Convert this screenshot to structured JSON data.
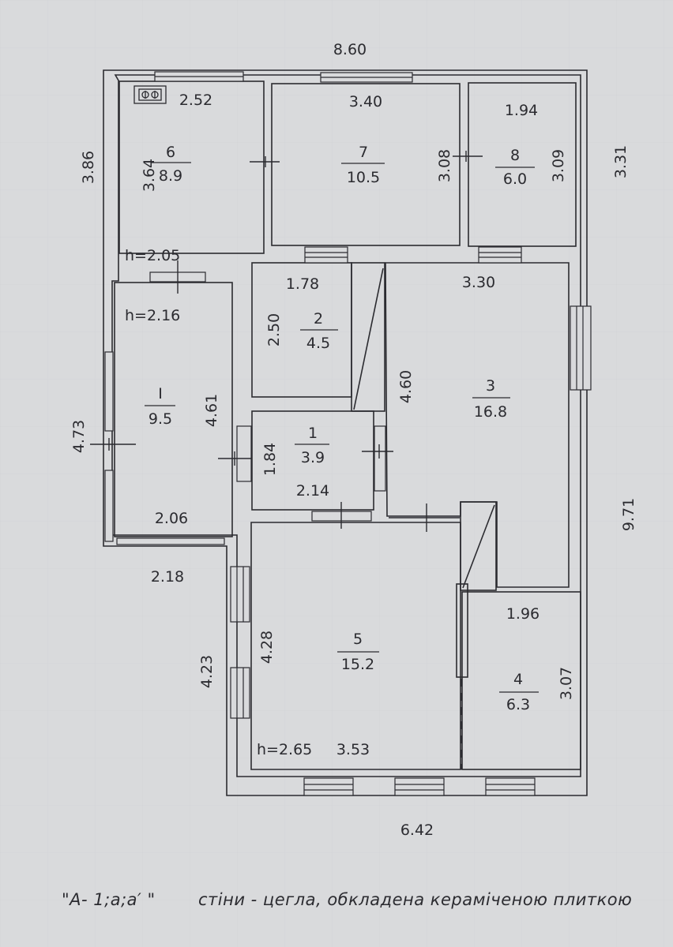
{
  "overall_dimensions": {
    "top_width": "8.60",
    "left_upper_height": "3.86",
    "left_middle_height": "4.73",
    "left_lower_height": "4.23",
    "right_upper_height": "3.31",
    "right_total_height": "9.71",
    "bottom_width": "6.42",
    "step_width": "2.18"
  },
  "rooms": {
    "r6": {
      "number": "6",
      "area": "8.9",
      "width": "2.52",
      "length": "3.64",
      "height_label": "h=2.05"
    },
    "r7": {
      "number": "7",
      "area": "10.5",
      "width": "3.40",
      "length": "3.08"
    },
    "r8": {
      "number": "8",
      "area": "6.0",
      "width": "1.94",
      "length": "3.09"
    },
    "r1a": {
      "number": "I",
      "area": "9.5",
      "width": "2.06",
      "length": "4.61",
      "height_label": "h=2.16"
    },
    "r2": {
      "number": "2",
      "area": "4.5",
      "width": "1.78",
      "length": "2.50"
    },
    "r3": {
      "number": "3",
      "area": "16.8",
      "width": "3.30",
      "length": "4.60"
    },
    "r1": {
      "number": "1",
      "area": "3.9",
      "width": "2.14",
      "length": "1.84"
    },
    "r5": {
      "number": "5",
      "area": "15.2",
      "width": "3.53",
      "length": "4.28",
      "height_label": "h=2.65"
    },
    "r4": {
      "number": "4",
      "area": "6.3",
      "width": "1.96",
      "length": "3.07"
    }
  },
  "legend": {
    "code": "\"A- 1;a;a′ \"",
    "description": "стіни - цегла, обкладена керамiченою плиткою"
  },
  "colors": {
    "paper": "#d9dadc",
    "ink": "#2b2b30"
  }
}
